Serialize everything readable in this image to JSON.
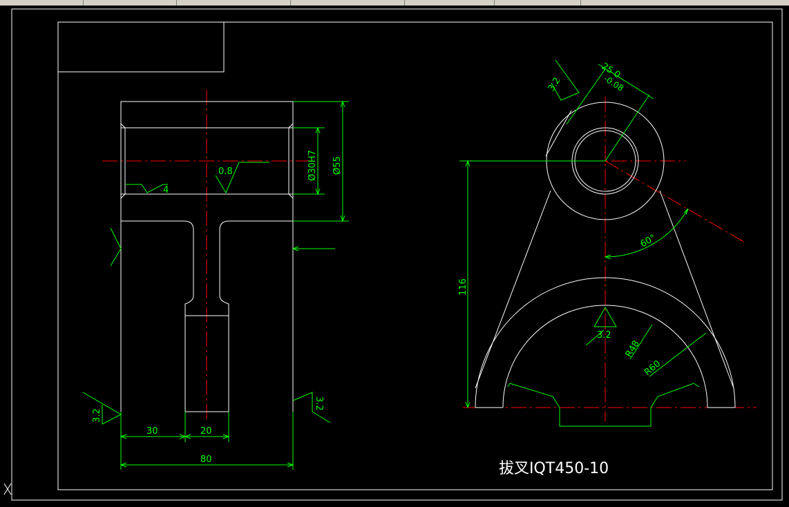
{
  "window": {
    "toolbar": "cad-toolbar-strip"
  },
  "drawing": {
    "title": "拔叉IQT450-10",
    "colors": {
      "background": "#000000",
      "outline": "#ffffff",
      "dimension": "#00ff00",
      "centerline": "#ff0000"
    },
    "front_view": {
      "dims": {
        "bore": "Ø30H7",
        "outer": "Ø55",
        "w30": "30",
        "w20": "20",
        "w80": "80"
      },
      "roughness": {
        "bore": "0.8",
        "left": "3.2",
        "right": "3.2",
        "chamfer_note": "4"
      }
    },
    "side_view": {
      "dims": {
        "h116": "116",
        "angle": "60°",
        "r48": "R48",
        "r60": "R60",
        "tol_nominal": "25  0",
        "tol_lower": "-0.08"
      },
      "roughness": {
        "top": "3.2",
        "center": "3.2"
      }
    },
    "icons": {
      "ucs": "ucs-icon"
    }
  }
}
